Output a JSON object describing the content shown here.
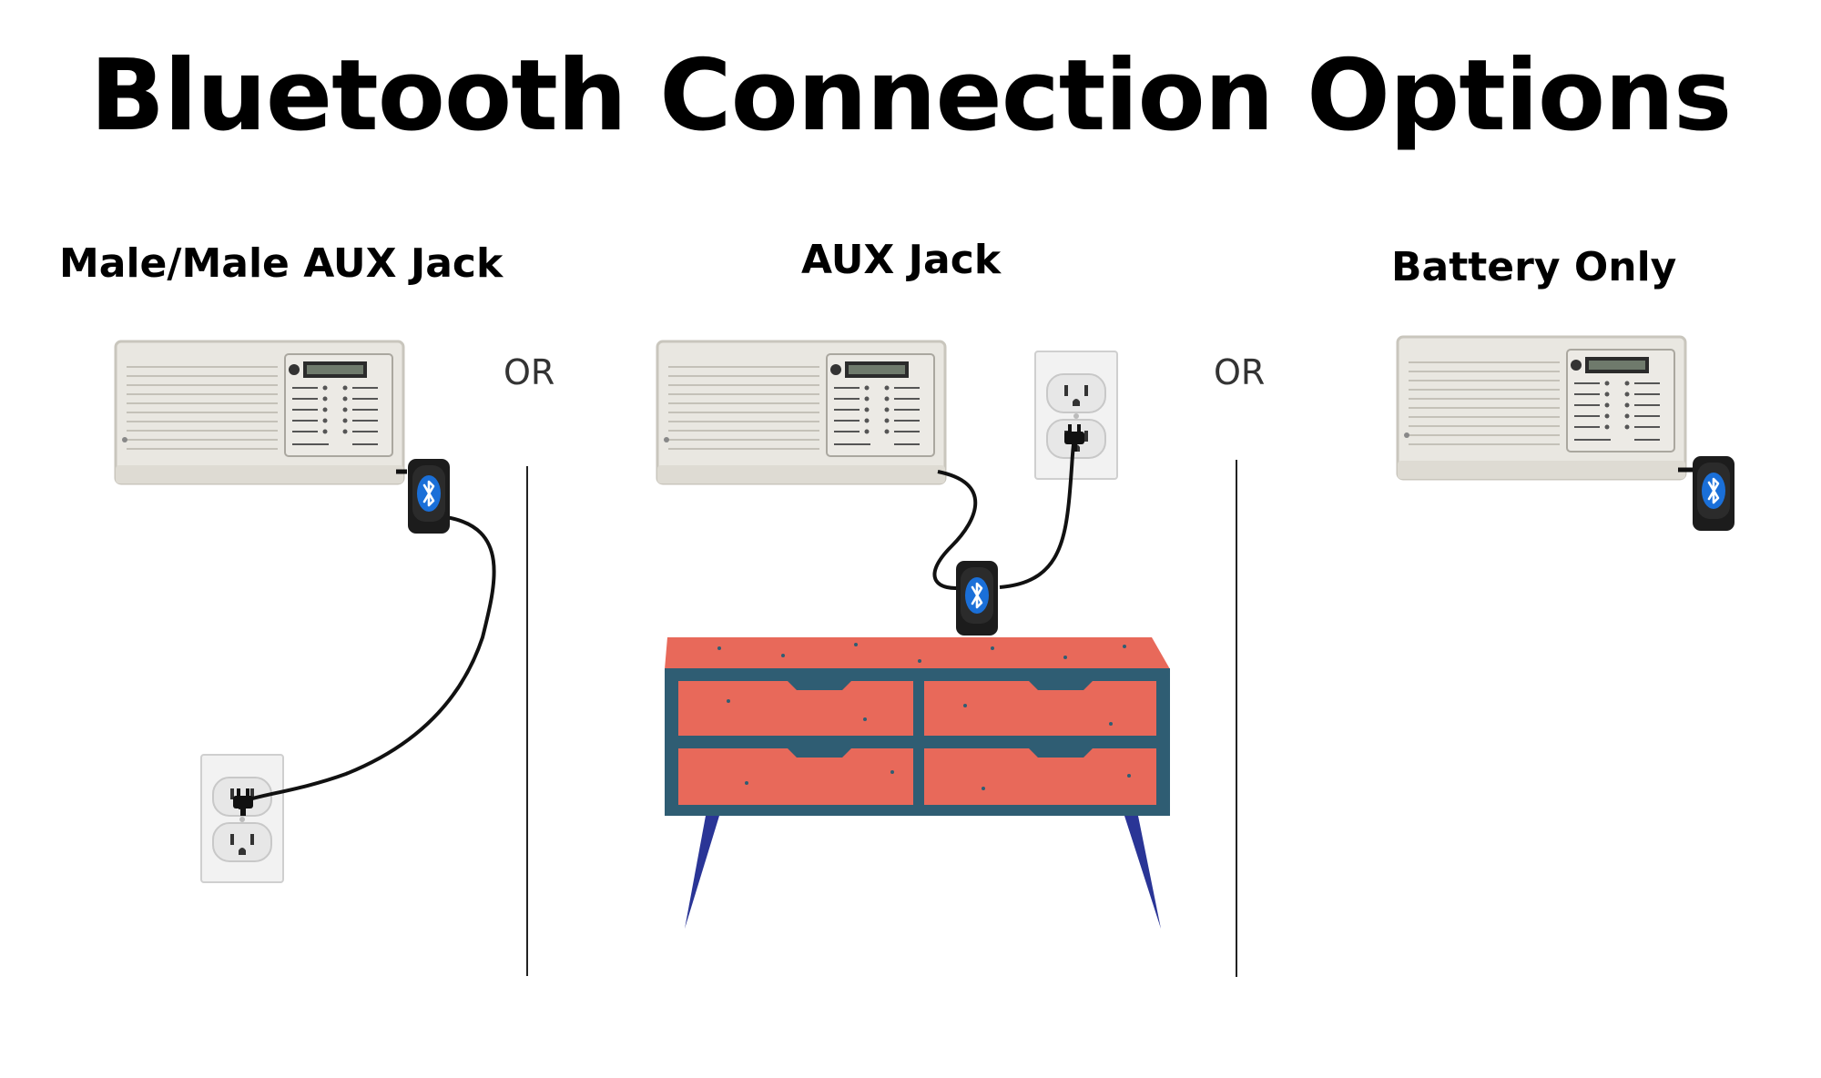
{
  "title": "Bluetooth Connection Options",
  "options": [
    {
      "label": "Male/Male AUX Jack"
    },
    {
      "label": "AUX Jack"
    },
    {
      "label": "Battery Only"
    }
  ],
  "separators": [
    "OR",
    "OR"
  ],
  "colors": {
    "cabinet_top": "#e8695a",
    "cabinet_frame": "#2f5d73",
    "cabinet_legs": "#2a3596",
    "bluetooth_blue": "#1a6fd8",
    "intercom_body": "#e9e7e1"
  }
}
